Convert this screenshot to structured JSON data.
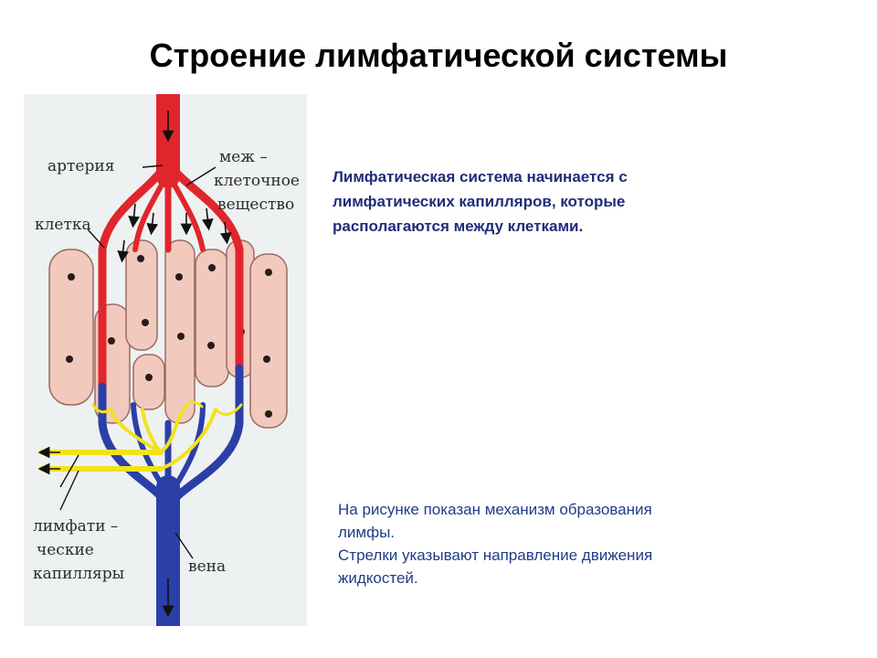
{
  "slide": {
    "title": "Строение лимфатической системы"
  },
  "figure": {
    "labels": {
      "artery": "артерия",
      "intercellular_1": "меж –",
      "intercellular_2": "клеточное",
      "intercellular_3": "вещество",
      "cell": "клетка",
      "lymph_1": "лимфати –",
      "lymph_2": "ческие",
      "lymph_3": "капилляры",
      "vein": "вена"
    },
    "colors": {
      "artery": "#e0262c",
      "vein": "#2b3fa8",
      "lymph": "#f2e21a",
      "cell_fill": "#f1c9bd",
      "cell_stroke": "#9a6b63",
      "nucleus": "#2a1a1a",
      "background": "#eef1f1"
    }
  },
  "text": {
    "intro": [
      "Лимфатическая система начинается с",
      "лимфатических капилляров, которые",
      "располагаются между клетками."
    ],
    "caption": [
      "На рисунке показан механизм образования",
      "лимфы.",
      "Стрелки указывают направление движения",
      "жидкостей."
    ]
  }
}
